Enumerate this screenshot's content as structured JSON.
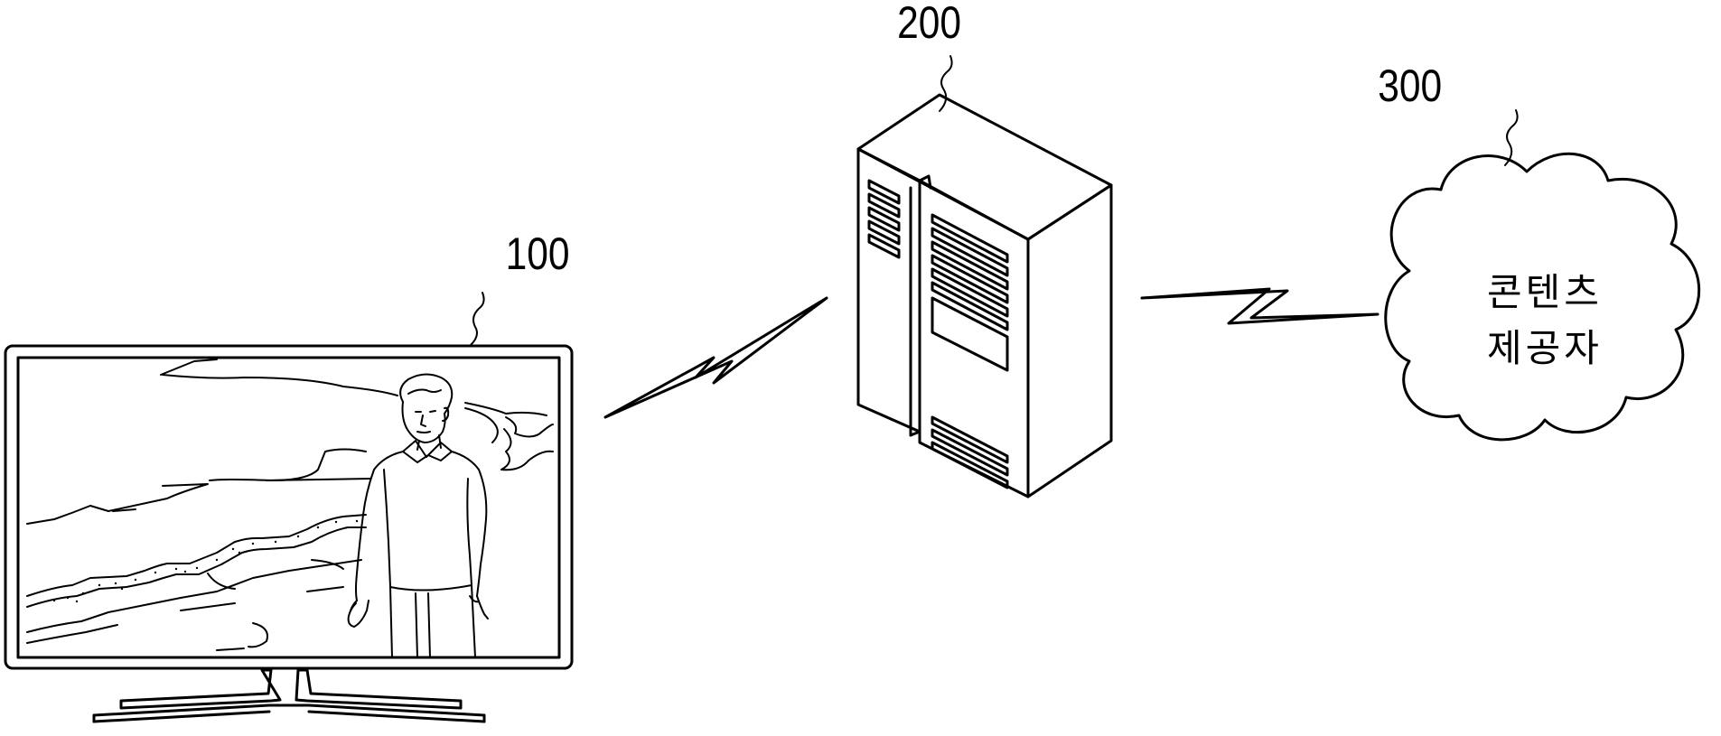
{
  "labels": {
    "tv_ref": "100",
    "server_ref": "200",
    "provider_ref": "300",
    "provider_line1": "콘텐츠",
    "provider_line2": "제공자"
  }
}
